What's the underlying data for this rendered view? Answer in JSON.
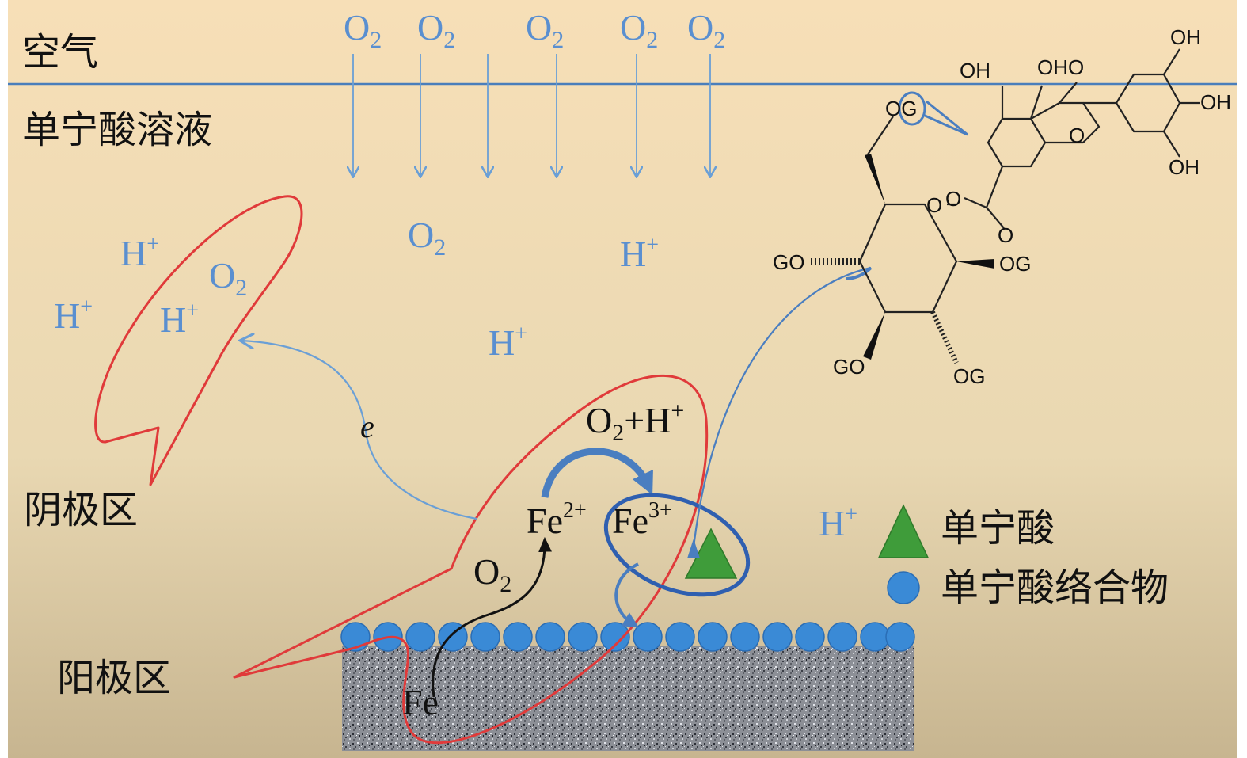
{
  "regions": {
    "air": "空气",
    "solution": "单宁酸溶液",
    "cathode": "阴极区",
    "anode": "阳极区"
  },
  "species": {
    "o2_base": "O",
    "o2_sub": "2",
    "h_base": "H",
    "h_sup": "+",
    "electron": "e",
    "fe": "Fe",
    "fe2_base": "Fe",
    "fe2_sup": "2+",
    "fe3_base": "Fe",
    "fe3_sup": "3+",
    "o2h_pre": "O",
    "o2h_sub": "2",
    "o2h_mid": "+H",
    "o2h_sup": "+"
  },
  "legend": {
    "tannic_acid": "单宁酸",
    "complex": "单宁酸络合物"
  },
  "molecule": {
    "oh": "OH",
    "oho": "OHO",
    "o": "O",
    "og": "OG",
    "go": "GO"
  },
  "colors": {
    "background_top": "#f7dfb7",
    "background_bottom": "#c7b590",
    "surface_line": "#4a7ebb",
    "species_blue": "#5a8fd0",
    "arrow_blue": "#6a9fd6",
    "bold_blue": "#4a7ec0",
    "circle_blue": "#2f5fb0",
    "outline_red": "#e03a3a",
    "bead_blue": "#3a8ad6",
    "tannic_green": "#3f9c3a"
  }
}
